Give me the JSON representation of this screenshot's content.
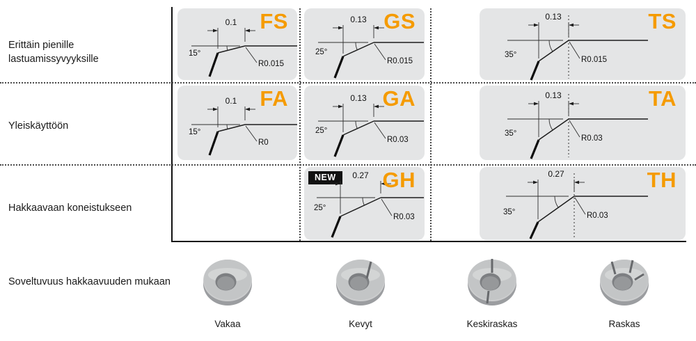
{
  "rows": [
    {
      "label": "Erittäin pienille lastuamissyvyyksille"
    },
    {
      "label": "Yleiskäyttöön"
    },
    {
      "label": "Hakkaavaan koneistukseen"
    },
    {
      "label": "Soveltuvuus hakkaavuuden mukaan"
    }
  ],
  "cells": {
    "fs": {
      "code": "FS",
      "width": "0.1",
      "angle": "15°",
      "radius": "R0.015"
    },
    "gs": {
      "code": "GS",
      "width": "0.13",
      "angle": "25°",
      "radius": "R0.015"
    },
    "ts": {
      "code": "TS",
      "width": "0.13",
      "angle": "35°",
      "radius": "R0.015"
    },
    "fa": {
      "code": "FA",
      "width": "0.1",
      "angle": "15°",
      "radius": "R0"
    },
    "ga": {
      "code": "GA",
      "width": "0.13",
      "angle": "25°",
      "radius": "R0.03"
    },
    "ta": {
      "code": "TA",
      "width": "0.13",
      "angle": "35°",
      "radius": "R0.03"
    },
    "gh": {
      "code": "GH",
      "width": "0.27",
      "angle": "25°",
      "radius": "R0.03",
      "badge": "NEW"
    },
    "th": {
      "code": "TH",
      "width": "0.27",
      "angle": "35°",
      "radius": "R0.03"
    }
  },
  "footer": {
    "items": [
      {
        "label": "Vakaa"
      },
      {
        "label": "Kevyt"
      },
      {
        "label": "Keskiraskas"
      },
      {
        "label": "Raskas"
      }
    ]
  },
  "colors": {
    "accent": "#F59B00",
    "cell_bg": "#E4E5E6",
    "badge_bg": "#111111"
  }
}
